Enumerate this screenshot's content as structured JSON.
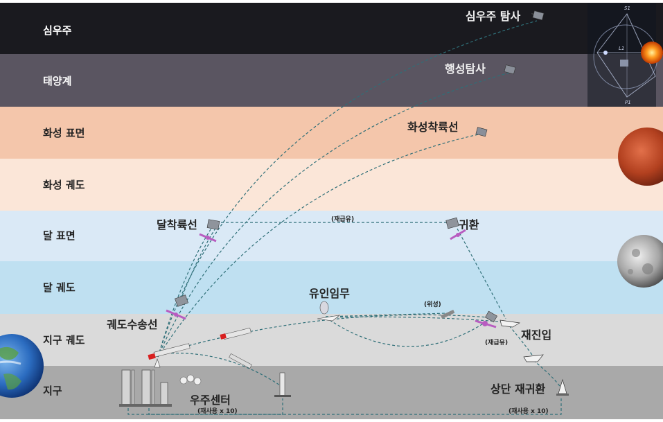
{
  "layers": [
    {
      "label": "심우주",
      "color": "#1a1a1f",
      "text_color": "#ffffff"
    },
    {
      "label": "태양계",
      "color": "#5a5561",
      "text_color": "#ffffff"
    },
    {
      "label": "화성 표면",
      "color": "#f4c6ab",
      "text_color": "#222222"
    },
    {
      "label": "화성 궤도",
      "color": "#fbe6d8",
      "text_color": "#222222"
    },
    {
      "label": "달 표면",
      "color": "#dae9f6",
      "text_color": "#222222"
    },
    {
      "label": "달 궤도",
      "color": "#bfe0f1",
      "text_color": "#222222"
    },
    {
      "label": "지구 궤도",
      "color": "#dadada",
      "text_color": "#222222"
    },
    {
      "label": "지구",
      "color": "#a9a9a9",
      "text_color": "#222222"
    }
  ],
  "labels": {
    "deep_space_probe": "심우주 탐사",
    "planetary_probe": "행성탐사",
    "mars_lander": "화성착륙선",
    "lunar_lander": "달착륙선",
    "return": "귀환",
    "orbital_transfer": "궤도수송선",
    "crewed_mission": "유인임무",
    "reentry": "재진입",
    "space_center": "우주센터",
    "upper_stage_return": "상단 재귀환",
    "refuel_top": "(재급유)",
    "satellite": "(위성)",
    "refuel_orbit": "(재급유)",
    "reuse_left": "(재사용 x 10)",
    "reuse_right": "(재사용 x 10)"
  },
  "solar_marks": [
    "S1",
    "L1",
    "P1"
  ],
  "colors": {
    "trajectory": "#2f6f78",
    "thruster": "#b85cc0",
    "rocket_red": "#d82020"
  }
}
